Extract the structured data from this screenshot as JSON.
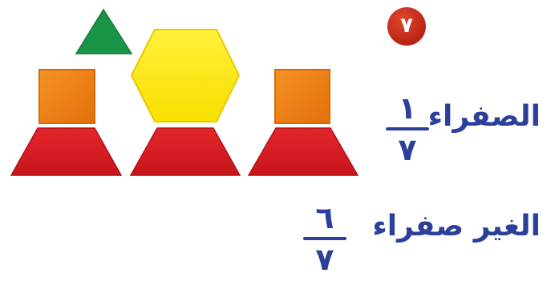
{
  "problem_number": "٧",
  "rows": [
    {
      "label": "الصفراء",
      "numerator": "١",
      "denominator": "٧"
    },
    {
      "label": "الغير صفراء",
      "numerator": "٦",
      "denominator": "٧"
    }
  ],
  "colors": {
    "text": "#2b3f9b",
    "badge": "#c32b1a",
    "triangle": "#1a9446",
    "hexagon": "#ffe81a",
    "square": "#f07f16",
    "trapezoid": "#da1a22"
  },
  "shapes": [
    {
      "type": "triangle",
      "color": "green",
      "count": 1
    },
    {
      "type": "hexagon",
      "color": "yellow",
      "count": 1
    },
    {
      "type": "square",
      "color": "orange",
      "count": 2
    },
    {
      "type": "trapezoid",
      "color": "red",
      "count": 3
    }
  ]
}
